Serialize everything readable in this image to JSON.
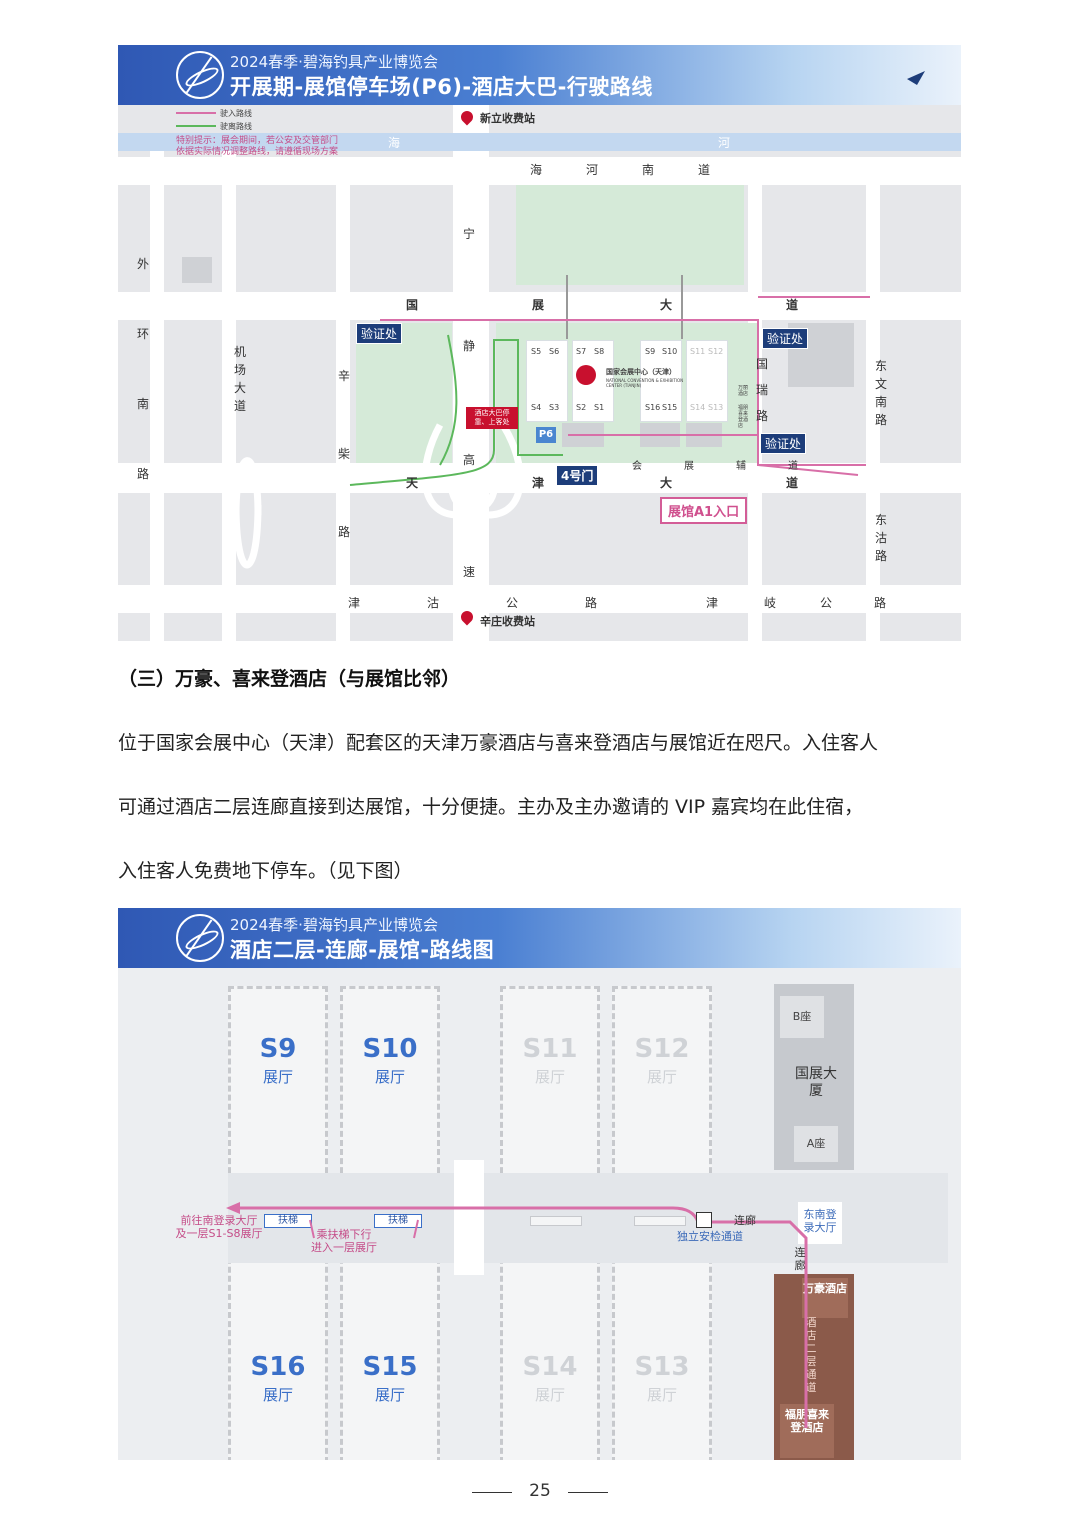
{
  "map1": {
    "expo_name": "2024春季·碧海钓具产业博览会",
    "title": "开展期-展馆停车场(P6)-酒店大巴-行驶路线",
    "legend": {
      "in_route": "驶入路线",
      "out_route": "驶离路线"
    },
    "notice_line1": "特别提示：展会期间，若公安及交管部门",
    "notice_line2": "依据实际情况调整路线，请遵循现场方案",
    "toll_north": "新立收费站",
    "toll_south": "辛庄收费站",
    "river_left": "海",
    "river_right": "河",
    "roads": {
      "haihe_nan": [
        "海",
        "河",
        "南",
        "道"
      ],
      "guozhan": [
        "国",
        "展",
        "大",
        "道"
      ],
      "tianjin_da": [
        "天",
        "津",
        "大",
        "道"
      ],
      "huizhan": [
        "会",
        "展",
        "辅",
        "道"
      ],
      "jingu": [
        "津",
        "沽",
        "公",
        "路"
      ],
      "jinqi": [
        "津",
        "岐",
        "公",
        "路"
      ],
      "ninggao": [
        "宁",
        "静",
        "高",
        "速"
      ],
      "waihuan": [
        "外",
        "环",
        "南",
        "路"
      ],
      "jichang": "机场大道",
      "xinchai": [
        "辛",
        "柴",
        "路"
      ],
      "dongwen": "东文南路",
      "dongguo": "东沽路",
      "guorui": [
        "国",
        "瑞",
        "路"
      ]
    },
    "checkpoints": [
      "验证处",
      "验证处",
      "验证处"
    ],
    "venue_cn": "国家会展中心（天津）",
    "venue_en": "NATIONAL CONVENTION & EXHIBITION CENTER (TIANJIN)",
    "halls_top": [
      "S5",
      "S6",
      "S7",
      "S8",
      "S9",
      "S10",
      "S11",
      "S12"
    ],
    "halls_bottom": [
      "S4",
      "S3",
      "S2",
      "S1",
      "S16",
      "S15",
      "S14",
      "S13"
    ],
    "bus_stop": "酒店大巴停靠、上客处",
    "parking": "P6",
    "gate4": "4号门",
    "entrance_a1": "展馆A1入口",
    "building_small_1": "万丽酒店",
    "building_small_2": "福朋喜来登酒店",
    "colors": {
      "in": "#d86fa8",
      "out": "#5cb85c",
      "navy": "#1d3d7a",
      "pin": "#c8102e"
    }
  },
  "section": {
    "heading": "（三）万豪、喜来登酒店（与展馆比邻）",
    "line1": "位于国家会展中心（天津）配套区的天津万豪酒店与喜来登酒店与展馆近在咫尺。入住客人",
    "line2": "可通过酒店二层连廊直接到达展馆，十分便捷。主办及主办邀请的 VIP 嘉宾均在此住宿，",
    "line3": "入住客人免费地下停车。（见下图）"
  },
  "map2": {
    "expo_name": "2024春季·碧海钓具产业博览会",
    "title": "酒店二层-连廊-展馆-路线图",
    "halls_top": [
      {
        "num": "S9",
        "label": "展厅",
        "active": true
      },
      {
        "num": "S10",
        "label": "展厅",
        "active": true
      },
      {
        "num": "S11",
        "label": "展厅",
        "active": false
      },
      {
        "num": "S12",
        "label": "展厅",
        "active": false
      }
    ],
    "halls_bottom": [
      {
        "num": "S16",
        "label": "展厅",
        "active": true
      },
      {
        "num": "S15",
        "label": "展厅",
        "active": true
      },
      {
        "num": "S14",
        "label": "展厅",
        "active": false
      },
      {
        "num": "S13",
        "label": "展厅",
        "active": false
      }
    ],
    "tower_b": "B座",
    "tower_name": "国展大厦",
    "tower_a": "A座",
    "escalator": "扶梯",
    "to_south_hall_1": "前往南登录大厅",
    "to_south_hall_2": "及一层S1-S8展厅",
    "take_escalator_1": "乘扶梯下行",
    "take_escalator_2": "进入一层展厅",
    "security": "独立安检通道",
    "corridor_1": "连廊",
    "corridor_2": "连廊",
    "southeast_hall": "东南登录大厅",
    "marriott": "万豪酒店",
    "hotel_passage": "酒店二层通道",
    "sheraton": "福朋喜来登酒店",
    "colors": {
      "active": "#3a6fc8",
      "route": "#d86fa8",
      "hotel": "#8b5a4a"
    }
  },
  "footer": {
    "page": "25"
  }
}
